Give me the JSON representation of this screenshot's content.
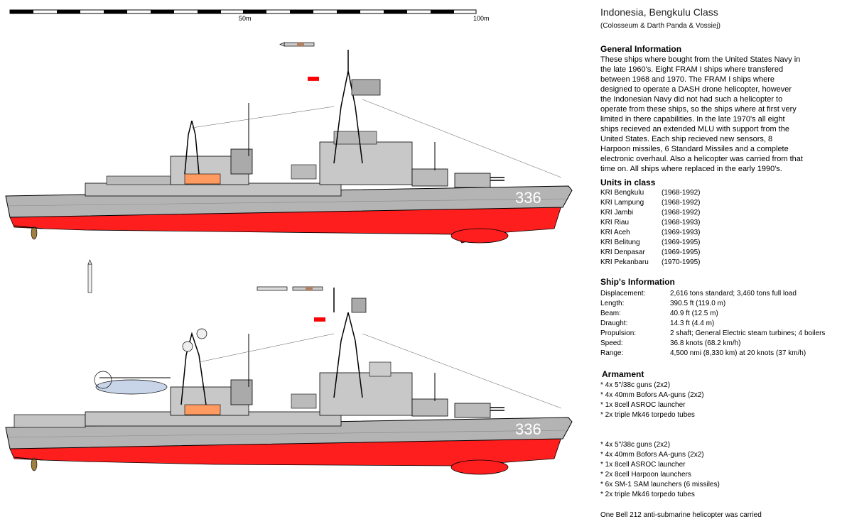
{
  "title": "Indonesia, Bengkulu Class",
  "credit": "(Colosseum & Darth Panda & Vossiej)",
  "scale": {
    "mid": "50m",
    "end": "100m"
  },
  "hull_number": "336",
  "general": {
    "heading": "General Information",
    "text": "These ships where bought from the United States Navy in the late 1960's. Eight FRAM I ships where transfered between 1968 and 1970. The FRAM I ships where designed to operate a DASH drone helicopter, however the Indonesian Navy did not had such a helicopter to operate from these ships, so the ships where at first very limited in there capabilities. In the late 1970's all eight ships recieved an extended MLU with support from the United States. Each ship recieved new sensors, 8 Harpoon missiles, 6 Standard Missiles and a complete electronic overhaul. Also a helicopter was carried from that time on. All ships where replaced in the early 1990's."
  },
  "units": {
    "heading": "Units in class",
    "list": [
      {
        "name": "KRI Bengkulu",
        "years": "(1968-1992)"
      },
      {
        "name": "KRI Lampung",
        "years": "(1968-1992)"
      },
      {
        "name": "KRI Jambi",
        "years": "(1968-1992)"
      },
      {
        "name": "KRI Riau",
        "years": "(1968-1993)"
      },
      {
        "name": "KRI Aceh",
        "years": "(1969-1993)"
      },
      {
        "name": "KRI Belitung",
        "years": "(1969-1995)"
      },
      {
        "name": "KRI Denpasar",
        "years": "(1969-1995)"
      },
      {
        "name": "KRI Pekanbaru",
        "years": "(1970-1995)"
      }
    ]
  },
  "ship_info": {
    "heading": "Ship's Information",
    "rows": [
      {
        "label": "Displacement:",
        "value": "2,616 tons standard; 3,460 tons full load"
      },
      {
        "label": "Length:",
        "value": "390.5 ft (119.0 m)"
      },
      {
        "label": "Beam:",
        "value": "40.9 ft (12.5 m)"
      },
      {
        "label": "Draught:",
        "value": "14.3 ft (4.4 m)"
      },
      {
        "label": "Propulsion:",
        "value": "2 shaft; General Electric steam turbines; 4 boilers"
      },
      {
        "label": "Speed:",
        "value": "36.8 knots (68.2 km/h)"
      },
      {
        "label": "Range:",
        "value": "4,500 nmi (8,330 km) at 20 knots (37 km/h)"
      }
    ]
  },
  "armament": {
    "heading": "Armament",
    "original": [
      "* 4x 5\"/38c guns (2x2)",
      "* 4x 40mm Bofors AA-guns (2x2)",
      "* 1x 8cell ASROC launcher",
      "* 2x triple Mk46 torpedo tubes"
    ],
    "modernized": [
      "* 4x 5\"/38c guns (2x2)",
      "* 4x 40mm Bofors AA-guns (2x2)",
      "* 1x 8cell ASROC launcher",
      "* 2x 8cell Harpoon launchers",
      "* 6x SM-1 SAM launchers (6 missiles)",
      "* 2x triple Mk46 torpedo tubes"
    ],
    "helicopter_note": "One Bell 212 anti-submarine helicopter was carried"
  },
  "colors": {
    "hull": "#b4b4b4",
    "underwater": "#ff1e1e",
    "flag_red": "#ff0000",
    "propeller": "#a08040"
  }
}
